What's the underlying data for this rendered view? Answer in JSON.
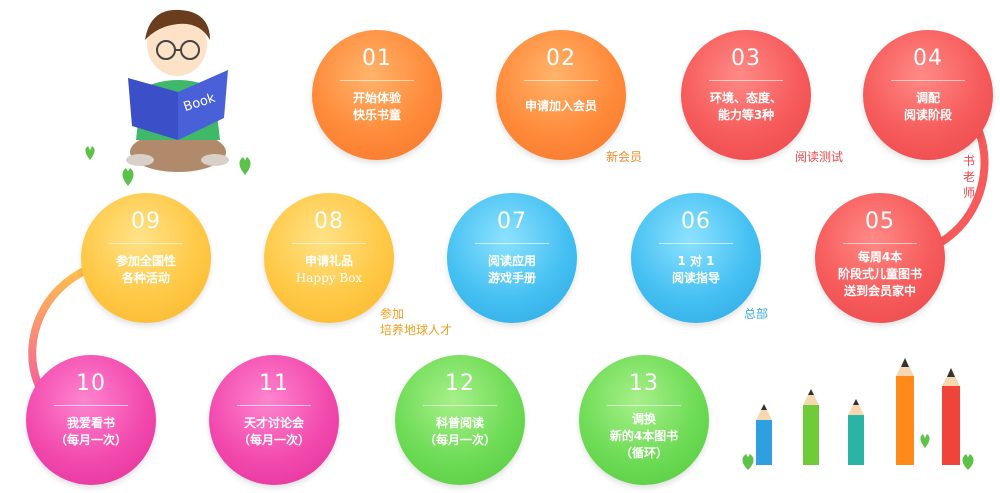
{
  "steps": [
    {
      "num": "01",
      "lines": [
        "开始体验",
        "快乐书童"
      ],
      "color": "#ff8a3a"
    },
    {
      "num": "02",
      "lines": [
        "申请加入会员"
      ],
      "color": "#ff8a3a"
    },
    {
      "num": "03",
      "lines": [
        "环境、态度、",
        "能力等3种"
      ],
      "color": "#f65a5a"
    },
    {
      "num": "04",
      "lines": [
        "调配",
        "阅读阶段"
      ],
      "color": "#f65a5a"
    },
    {
      "num": "05",
      "lines": [
        "每周4本",
        "阶段式儿童图书",
        "送到会员家中"
      ],
      "color": "#f65a5a"
    },
    {
      "num": "06",
      "lines": [
        "1 对 1",
        "阅读指导"
      ],
      "color": "#45c0f2"
    },
    {
      "num": "07",
      "lines": [
        "阅读应用",
        "游戏手册"
      ],
      "color": "#45c0f2"
    },
    {
      "num": "08",
      "lines": [
        "申请礼品",
        "Happy Box"
      ],
      "color": "#ffc845"
    },
    {
      "num": "09",
      "lines": [
        "参加全国性",
        "各种活动"
      ],
      "color": "#ffc845"
    },
    {
      "num": "10",
      "lines": [
        "我爱看书",
        "（每月一次）"
      ],
      "color": "#f249ad"
    },
    {
      "num": "11",
      "lines": [
        "天才讨论会",
        "（每月一次）"
      ],
      "color": "#f249ad"
    },
    {
      "num": "12",
      "lines": [
        "科普阅读",
        "（每月一次）"
      ],
      "color": "#6ddb55"
    },
    {
      "num": "13",
      "lines": [
        "调换",
        "新的4本图书",
        "（循环）"
      ],
      "color": "#6ddb55"
    }
  ],
  "annotations": {
    "xinhuiyuan": "新会员",
    "yuedu_ceshi": "阅读测试",
    "shu_laoshi": "书老师",
    "zongbu": "总部",
    "canjia": "参加",
    "peiyang": "培养地球人才"
  },
  "book_text": "Book",
  "colors": {
    "orange": "#ff8a3a",
    "red": "#f65a5a",
    "blue": "#45c0f2",
    "yellow": "#ffc845",
    "pink": "#f249ad",
    "green": "#6ddb55",
    "annot_orange": "#f08a2a",
    "annot_red": "#e9474d",
    "annot_blue": "#3aa8e0"
  },
  "icons": [
    "child-reading-book-icon",
    "seedling-icon",
    "pencil-icon"
  ]
}
